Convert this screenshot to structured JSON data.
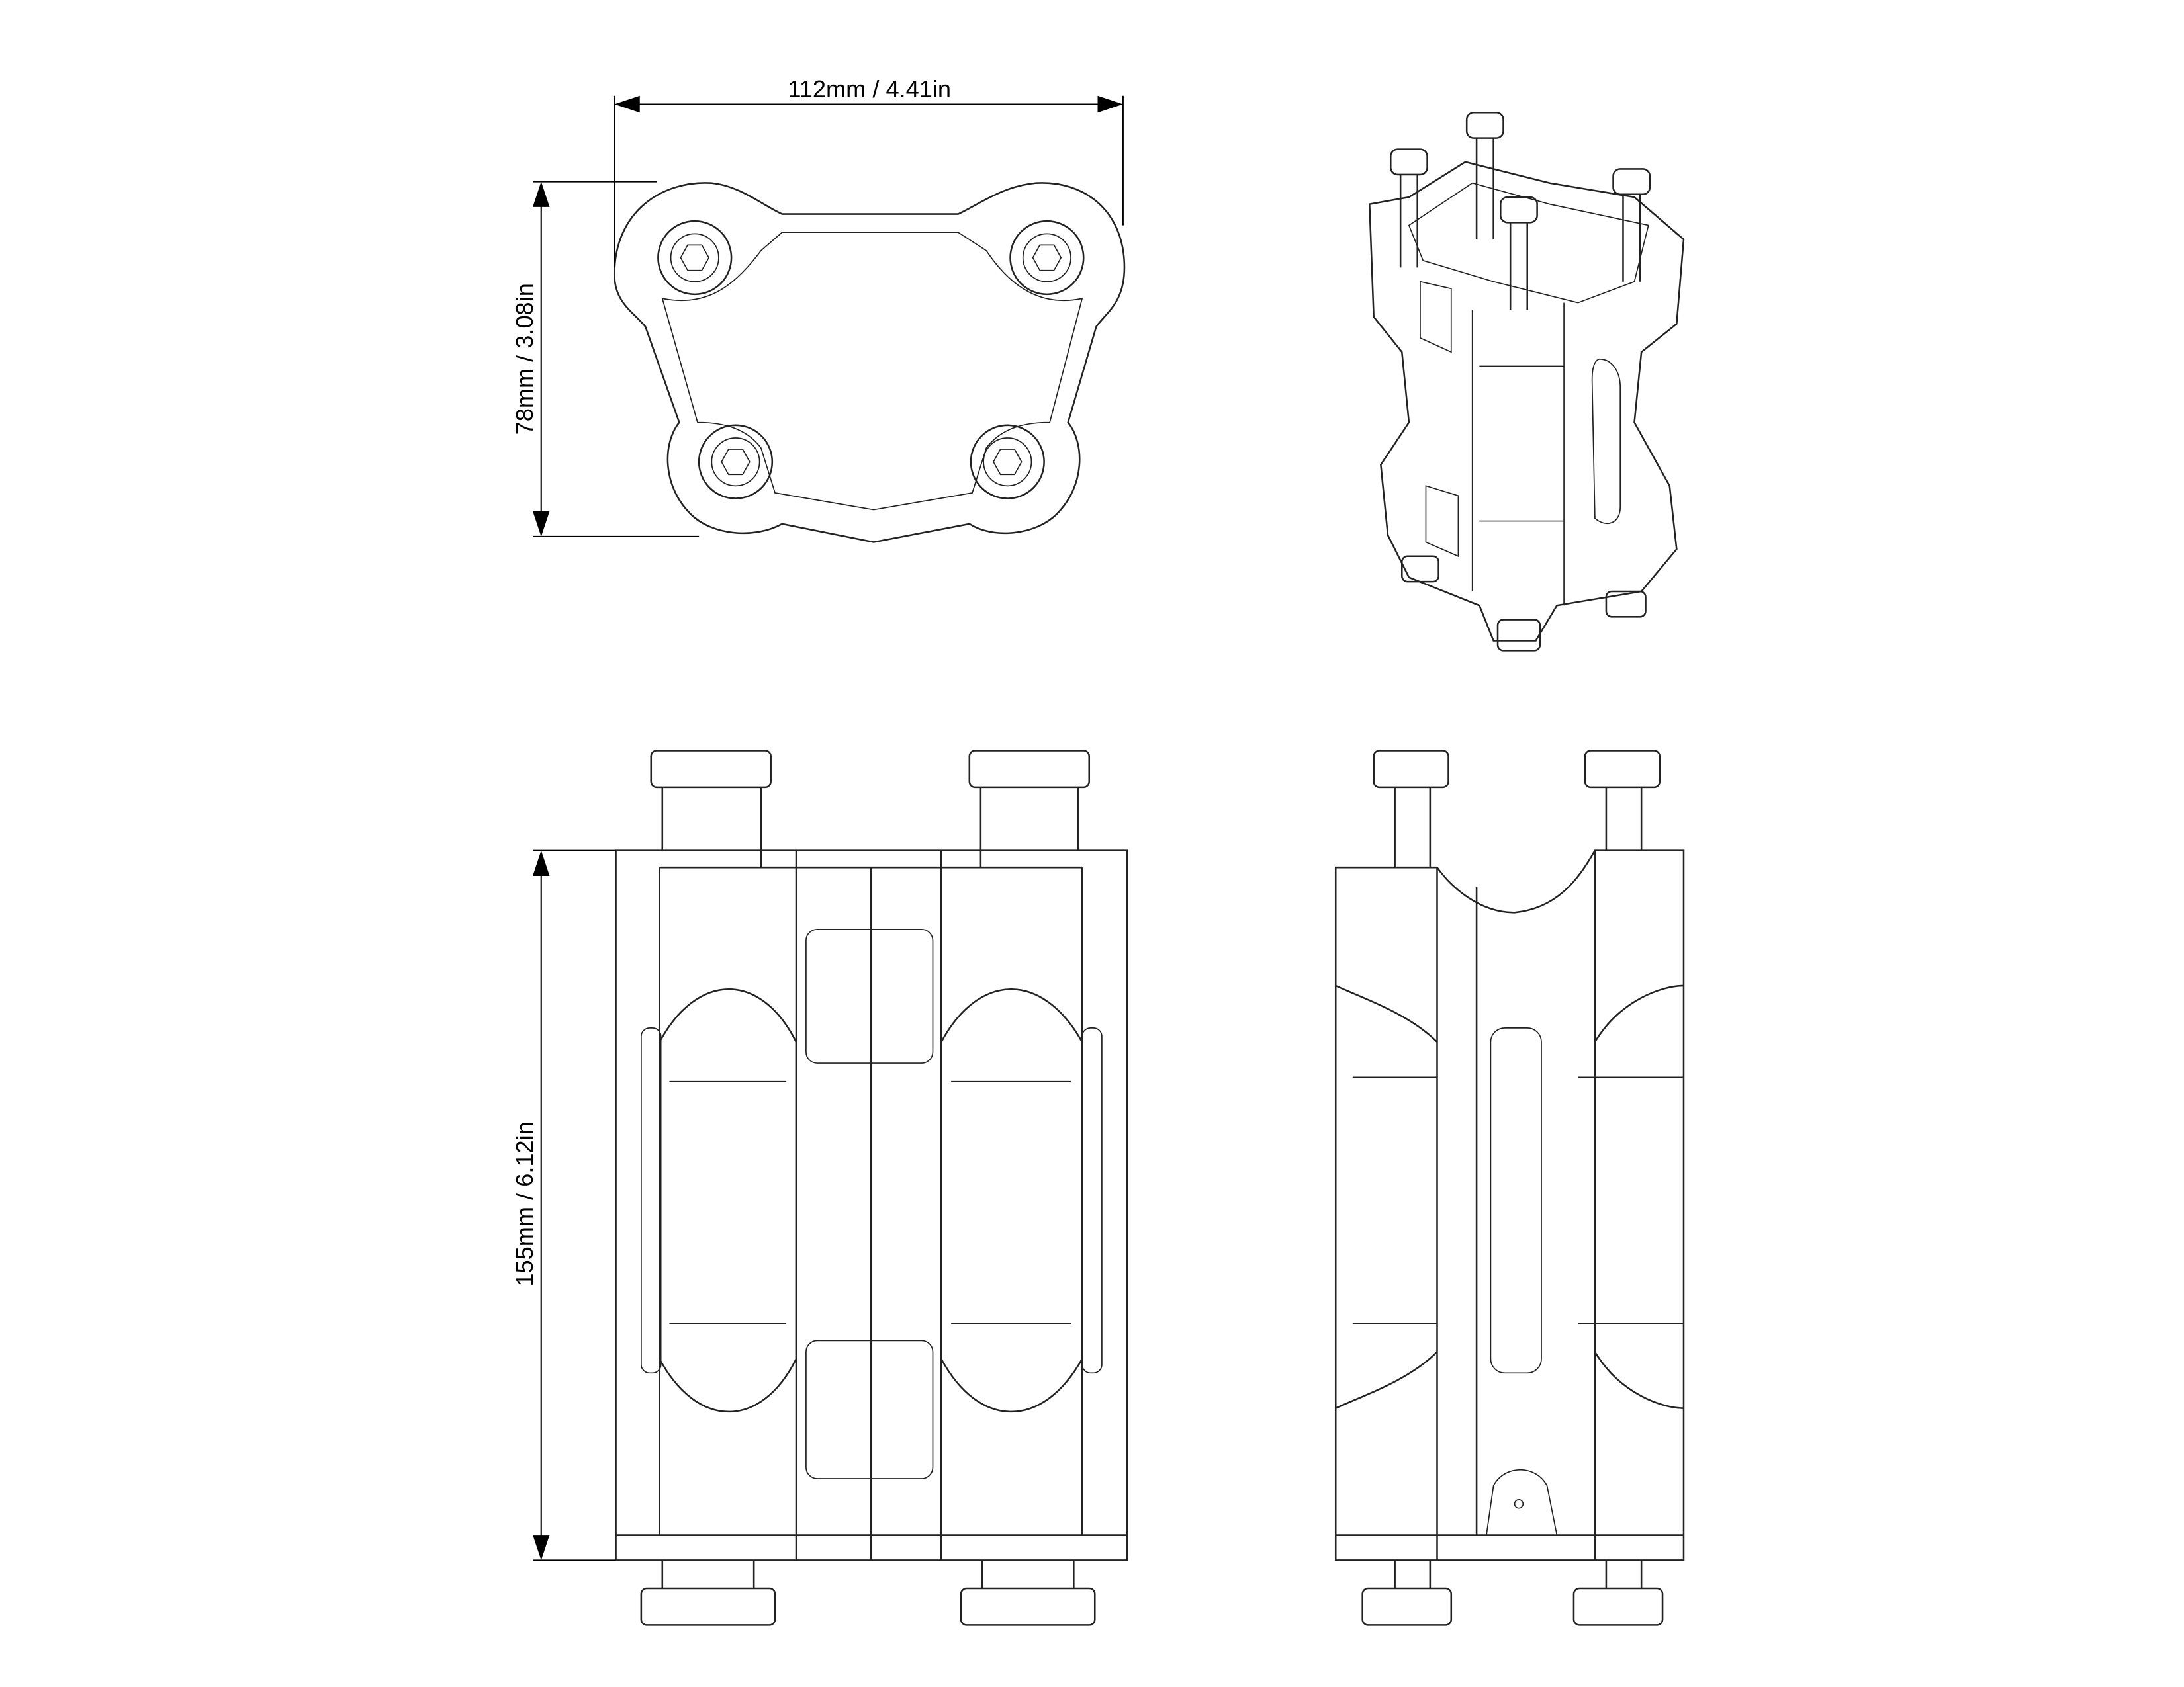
{
  "drawing": {
    "dimensions": {
      "width": "112mm / 4.41in",
      "depth": "78mm / 3.08in",
      "height": "155mm / 6.12in"
    },
    "views": [
      "top",
      "isometric",
      "front",
      "side"
    ],
    "line_color": "#222222",
    "background": "#ffffff"
  }
}
